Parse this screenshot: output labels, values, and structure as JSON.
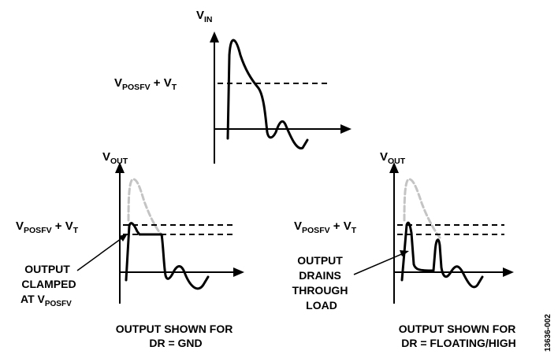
{
  "top_panel": {
    "axis_label": {
      "main": "V",
      "sub": "IN"
    },
    "threshold_label": {
      "v1": "V",
      "s1": "POSFV",
      "plus": " + V",
      "s2": "T"
    }
  },
  "left_panel": {
    "axis_label": {
      "main": "V",
      "sub": "OUT"
    },
    "threshold_label": {
      "v1": "V",
      "s1": "POSFV",
      "plus": " + V",
      "s2": "T"
    },
    "annotation": {
      "line1": "OUTPUT",
      "line2": "CLAMPED",
      "line3_main": "AT V",
      "line3_sub": "POSFV"
    },
    "caption": {
      "line1": "OUTPUT SHOWN FOR",
      "line2": "DR = GND"
    }
  },
  "right_panel": {
    "axis_label": {
      "main": "V",
      "sub": "OUT"
    },
    "threshold_label": {
      "v1": "V",
      "s1": "POSFV",
      "plus": " + V",
      "s2": "T"
    },
    "annotation": {
      "line1": "OUTPUT",
      "line2": "DRAINS",
      "line3": "THROUGH",
      "line4": "LOAD"
    },
    "caption": {
      "line1": "OUTPUT SHOWN FOR",
      "line2": "DR = FLOATING/HIGH"
    }
  },
  "figure_id": "13636-002",
  "colors": {
    "ink": "#000000",
    "ghost_waveform": "#c4c4c4",
    "background": "#ffffff"
  }
}
